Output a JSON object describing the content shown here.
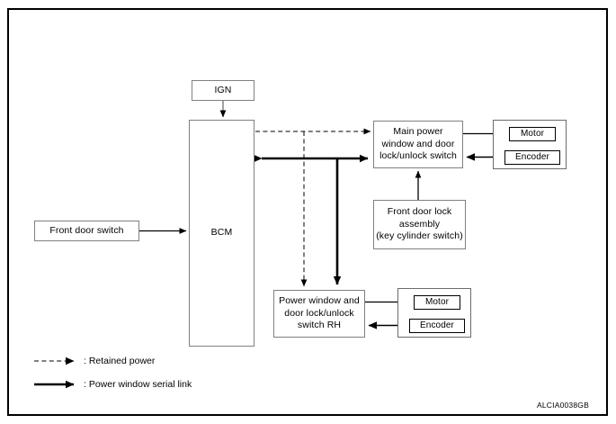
{
  "diagram": {
    "reference_code": "ALCIA0038GB",
    "blocks": {
      "ign": "IGN",
      "bcm": "BCM",
      "front_door_switch": "Front door switch",
      "main_switch_l1": "Main power",
      "main_switch_l2": "window and door",
      "main_switch_l3": "lock/unlock switch",
      "front_door_lock_l1": "Front door lock",
      "front_door_lock_l2": "assembly",
      "front_door_lock_l3": "(key cylinder switch)",
      "rh_switch_l1": "Power window and",
      "rh_switch_l2": "door lock/unlock",
      "rh_switch_l3": "switch RH",
      "motor_main": "Motor",
      "encoder_main": "Encoder",
      "motor_rh": "Motor",
      "encoder_rh": "Encoder"
    },
    "legend": [
      {
        "symbol": "dashed-arrow",
        "label": ": Retained power"
      },
      {
        "symbol": "solid-thick-arrow",
        "label": ": Power window serial link"
      }
    ],
    "colors": {
      "line": "#000000",
      "box_border": "#808080",
      "inner_border": "#000000",
      "background": "#ffffff"
    }
  }
}
